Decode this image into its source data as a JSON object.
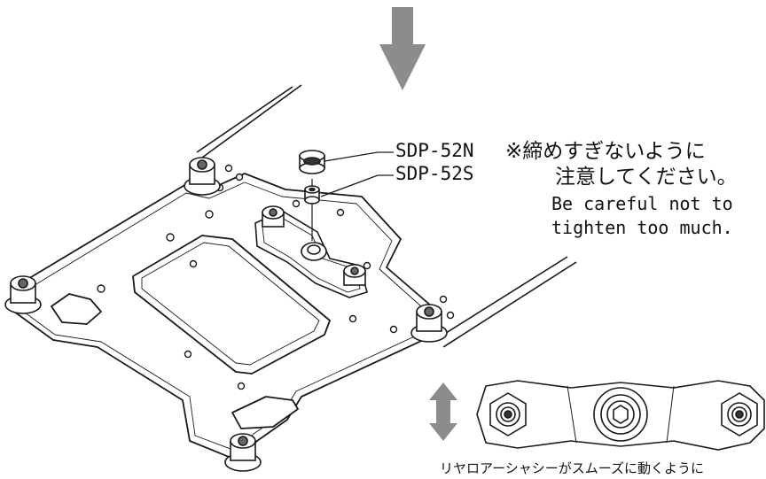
{
  "parts": {
    "nut_label": "SDP-52N",
    "spacer_label": "SDP-52S"
  },
  "caution": {
    "jp_line1": "※締めすぎないように",
    "jp_line2": "注意してください。",
    "en_line1": "Be careful not to",
    "en_line2": "tighten too much."
  },
  "bottom_note": "リヤロアーシャシーがスムーズに動くように",
  "colors": {
    "arrow_gray": "#8c8c8c",
    "line": "#1a1a1a"
  },
  "icons": [
    "down-arrow-icon",
    "up-down-arrow-icon"
  ]
}
